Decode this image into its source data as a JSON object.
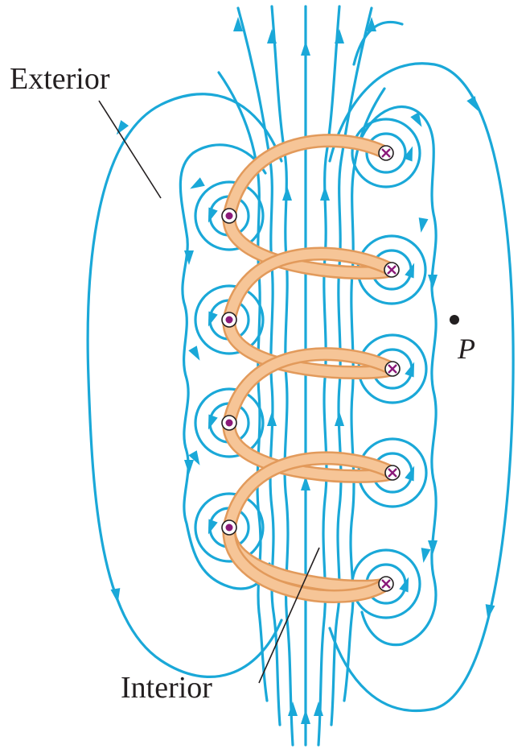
{
  "labels": {
    "exterior": "Exterior",
    "interior": "Interior",
    "point": "P"
  },
  "colors": {
    "field_line": "#1aa8d8",
    "coil_fill": "#f6c597",
    "coil_edge": "#e29a5b",
    "wire_dot": "#8b1a7a",
    "text": "#231f20"
  },
  "symbols": {
    "out_of_page": "dot-in-circle",
    "into_page": "cross-in-circle"
  }
}
